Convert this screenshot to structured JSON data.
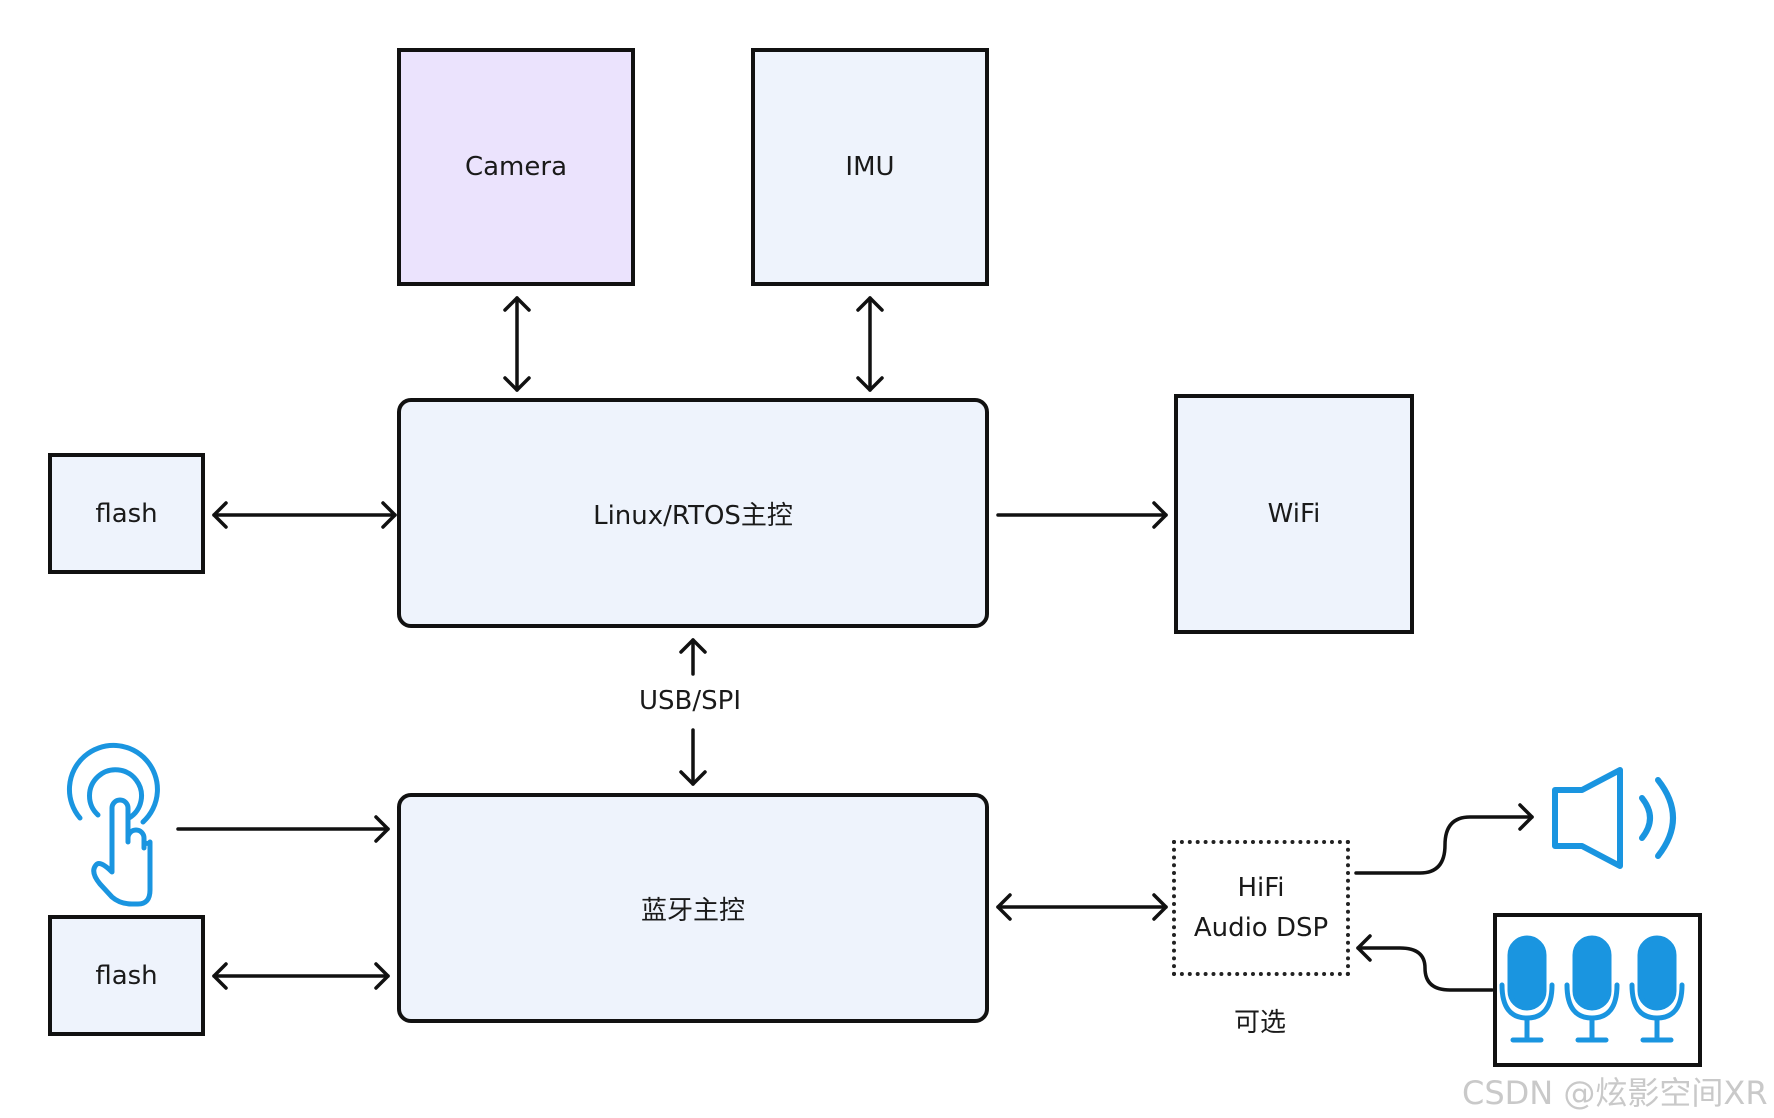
{
  "nodes": {
    "camera": "Camera",
    "imu": "IMU",
    "main_controller": "Linux/RTOS主控",
    "flash_top": "flash",
    "wifi": "WiFi",
    "bt_controller": "蓝牙主控",
    "flash_bottom": "flash",
    "dsp_line1": "HiFi",
    "dsp_line2": "Audio DSP"
  },
  "labels": {
    "bus": "USB/SPI",
    "optional": "可选"
  },
  "watermark": "CSDN @炫影空间XR",
  "icons": {
    "touch": "touch-hand-icon",
    "speaker": "speaker-icon",
    "microphones": "microphone-array-icon"
  },
  "colors": {
    "icon_blue": "#1a95e0",
    "box_fill": "#eef3fc",
    "camera_fill": "#ebe3fd"
  }
}
